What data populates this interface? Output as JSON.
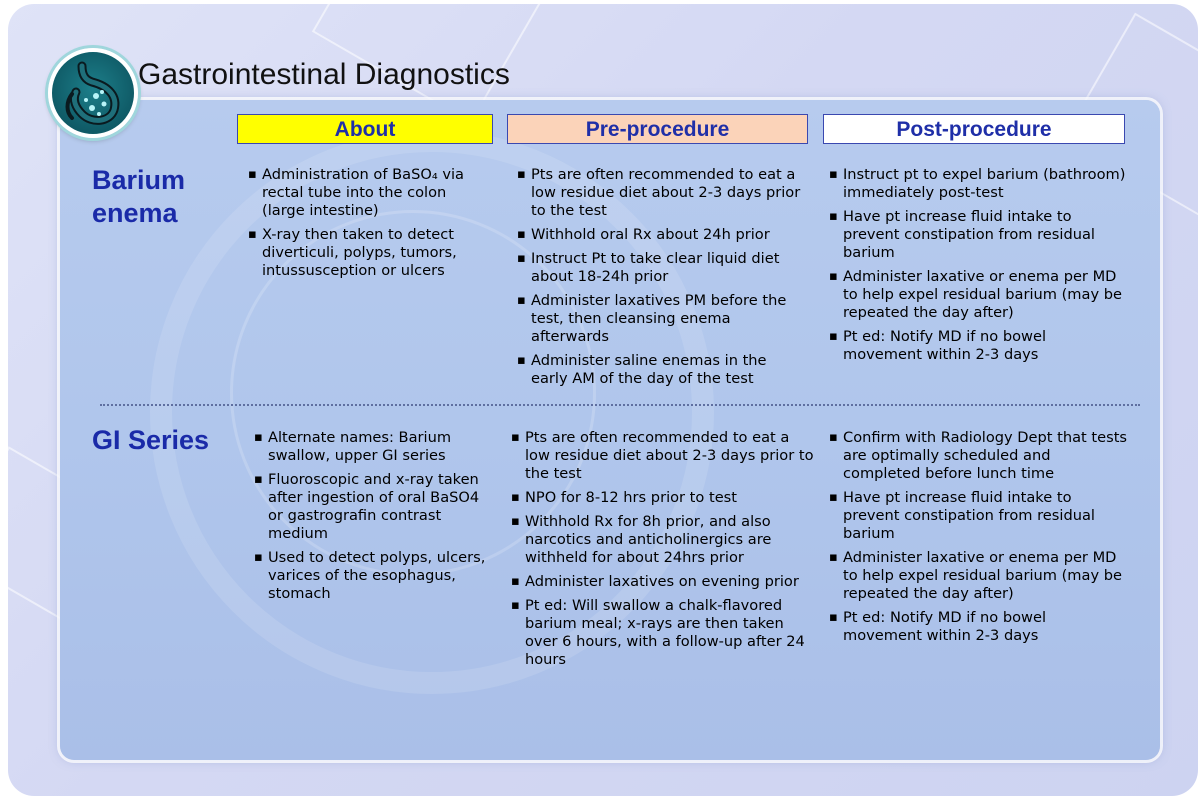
{
  "title": "Gastrointestinal Diagnostics",
  "headers": {
    "about": "About",
    "pre": "Pre-procedure",
    "post": "Post-procedure"
  },
  "colors": {
    "about_bg": "#ffff00",
    "pre_bg": "#fbd3b9",
    "post_bg": "#ffffff",
    "label_color": "#1a2aa8"
  },
  "logo_icon": "stomach-icon",
  "barium_enema": {
    "label_line1": "Barium",
    "label_line2": "enema",
    "about": [
      "Administration of BaSO₄ via rectal tube into the colon (large intestine)",
      "X-ray then taken to detect diverticuli, polyps, tumors, intussusception or ulcers"
    ],
    "pre": [
      "Pts are often recommended to eat a low residue diet about 2-3 days prior to the test",
      "Withhold oral Rx about 24h prior",
      "Instruct Pt to take clear liquid diet about 18-24h prior",
      "Administer laxatives PM before the test, then cleansing enema afterwards",
      "Administer saline enemas in the early AM of the day of the test"
    ],
    "post": [
      "Instruct pt to expel barium (bathroom) immediately post-test",
      "Have pt increase fluid intake to prevent constipation from residual barium",
      "Administer laxative or enema per MD to help expel residual barium (may be repeated the day after)",
      "Pt ed: Notify MD if no bowel movement within 2-3 days"
    ]
  },
  "gi_series": {
    "label": "GI Series",
    "about": [
      "Alternate names: Barium swallow, upper GI series",
      "Fluoroscopic and x-ray taken after ingestion of oral BaSO4 or gastrografin contrast medium",
      "Used to detect polyps, ulcers, varices of the esophagus, stomach"
    ],
    "pre": [
      "Pts are often recommended to eat a low residue diet about 2-3 days prior to the test",
      "NPO for 8-12 hrs prior to test",
      "Withhold Rx for 8h prior, and also narcotics and anticholinergics are withheld for about 24hrs prior",
      "Administer laxatives on evening prior",
      "Pt ed: Will swallow a chalk-flavored barium meal; x-rays are then taken over 6 hours, with a follow-up after 24 hours"
    ],
    "post": [
      "Confirm with Radiology Dept that tests are optimally scheduled and completed before lunch time",
      "Have pt increase fluid intake to prevent constipation from residual barium",
      "Administer laxative or enema per MD to help expel residual barium (may be repeated the day after)",
      "Pt ed: Notify MD if no bowel movement within 2-3 days"
    ]
  }
}
